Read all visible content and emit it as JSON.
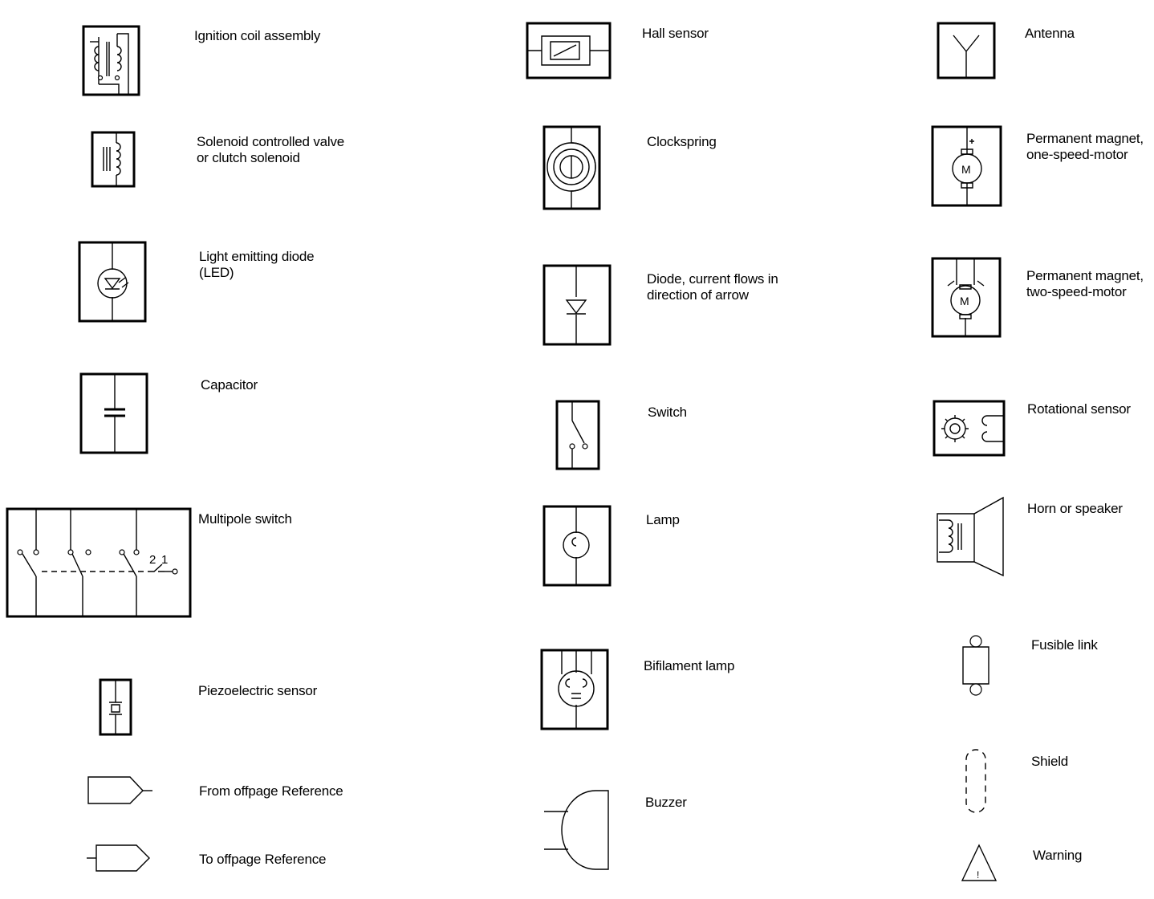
{
  "symbols": [
    {
      "id": "ignition-coil",
      "label": "Ignition coil assembly"
    },
    {
      "id": "solenoid-valve",
      "label": "Solenoid controlled valve\nor clutch solenoid"
    },
    {
      "id": "led",
      "label": "Light emitting diode\n(LED)"
    },
    {
      "id": "capacitor",
      "label": "Capacitor"
    },
    {
      "id": "multipole-switch",
      "label": "Multipole switch",
      "contact_labels": [
        "2",
        "1"
      ]
    },
    {
      "id": "piezo-sensor",
      "label": "Piezoelectric sensor"
    },
    {
      "id": "from-offpage",
      "label": "From offpage Reference"
    },
    {
      "id": "to-offpage",
      "label": "To offpage Reference"
    },
    {
      "id": "hall-sensor",
      "label": "Hall sensor"
    },
    {
      "id": "clockspring",
      "label": "Clockspring"
    },
    {
      "id": "diode",
      "label": "Diode, current flows in\ndirection of arrow"
    },
    {
      "id": "switch",
      "label": "Switch"
    },
    {
      "id": "lamp",
      "label": "Lamp"
    },
    {
      "id": "bifilament-lamp",
      "label": "Bifilament lamp"
    },
    {
      "id": "buzzer",
      "label": "Buzzer"
    },
    {
      "id": "antenna",
      "label": "Antenna"
    },
    {
      "id": "one-speed-motor",
      "label": "Permanent magnet,\none-speed-motor",
      "glyph": "M"
    },
    {
      "id": "two-speed-motor",
      "label": "Permanent magnet,\ntwo-speed-motor",
      "glyph": "M"
    },
    {
      "id": "rotational-sensor",
      "label": "Rotational sensor"
    },
    {
      "id": "horn-speaker",
      "label": "Horn or speaker"
    },
    {
      "id": "fusible-link",
      "label": "Fusible link"
    },
    {
      "id": "shield",
      "label": "Shield"
    },
    {
      "id": "warning",
      "label": "Warning",
      "glyph": "!"
    }
  ]
}
